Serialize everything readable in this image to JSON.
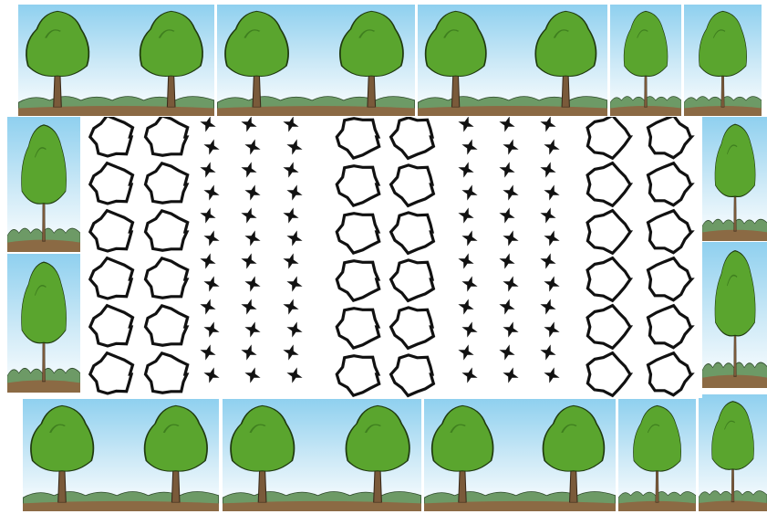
{
  "image": {
    "scene": "collage",
    "border_motif": "tree-pair-tiles",
    "pattern_motif": [
      "circle-column-pair",
      "star-column-triple"
    ]
  },
  "colors": {
    "sky": "#8fd0ef",
    "foliage": "#5aa52e",
    "foliage_dark": "#3f7f1f",
    "trunk": "#7a5a3a",
    "ground": "#8b6a44",
    "bush": "#6d9a66",
    "ink": "#111111"
  }
}
